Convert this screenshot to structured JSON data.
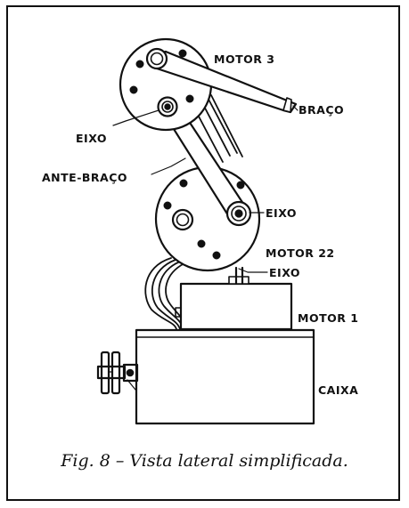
{
  "diagram": {
    "labels": {
      "motor3": "MOTOR 3",
      "braco": "BRAÇO",
      "eixo_top": "EIXO",
      "ante_braco": "ANTE-BRAÇO",
      "eixo_mid": "EIXO",
      "motor22": "MOTOR 22",
      "eixo_low": "EIXO",
      "motor1": "MOTOR 1",
      "caixa": "CAIXA"
    },
    "caption": "Fig. 8 – Vista lateral simplificada."
  }
}
